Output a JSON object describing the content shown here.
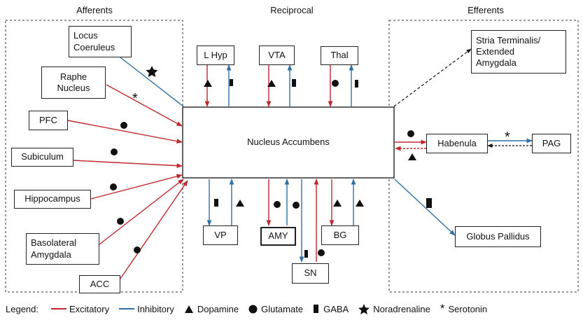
{
  "colors": {
    "excitatory": "#c0282e",
    "inhibitory": "#2f6fa6",
    "border": "#222222",
    "dashed": "#333333"
  },
  "sections": {
    "afferents": "Afferents",
    "reciprocal": "Reciprocal",
    "efferents": "Efferents"
  },
  "nodes": {
    "nac": "Nucleus Accumbens",
    "locus": "Locus\nCoeruleus",
    "raphe": "Raphe\nNucleus",
    "pfc": "PFC",
    "subiculum": "Subiculum",
    "hippocampus": "Hippocampus",
    "bla": "Basolateral\nAmygdala",
    "acc": "ACC",
    "lhyp": "L Hyp",
    "vta": "VTA",
    "thal": "Thal",
    "vp": "VP",
    "amy": "AMY",
    "bg": "BG",
    "sn": "SN",
    "stria": "Stria Terminalis/\nExtended\nAmygdala",
    "habenula": "Habenula",
    "pag": "PAG",
    "gp": "Globus Pallidus"
  },
  "legend": {
    "title": "Legend:",
    "excitatory": "Excitatory",
    "inhibitory": "Inhibitory",
    "dopamine": "Dopamine",
    "glutamate": "Glutamate",
    "gaba": "GABA",
    "noradrenaline": "Noradrenaline",
    "serotonin": "Serotonin"
  },
  "symbol_labels": {
    "serotonin": "*"
  },
  "connections": [
    {
      "from": "locus",
      "to": "nac",
      "type": "inhibitory",
      "transmitter": "noradrenaline"
    },
    {
      "from": "raphe",
      "to": "nac",
      "type": "excitatory",
      "transmitter": "serotonin"
    },
    {
      "from": "pfc",
      "to": "nac",
      "type": "excitatory",
      "transmitter": "glutamate"
    },
    {
      "from": "subiculum",
      "to": "nac",
      "type": "excitatory",
      "transmitter": "glutamate"
    },
    {
      "from": "hippocampus",
      "to": "nac",
      "type": "excitatory",
      "transmitter": "glutamate"
    },
    {
      "from": "bla",
      "to": "nac",
      "type": "excitatory",
      "transmitter": "glutamate"
    },
    {
      "from": "acc",
      "to": "nac",
      "type": "excitatory",
      "transmitter": "glutamate"
    },
    {
      "from": "lhyp",
      "to": "nac",
      "type": "excitatory",
      "transmitter": "dopamine"
    },
    {
      "from": "nac",
      "to": "lhyp",
      "type": "inhibitory",
      "transmitter": "gaba"
    },
    {
      "from": "vta",
      "to": "nac",
      "type": "excitatory",
      "transmitter": "dopamine"
    },
    {
      "from": "nac",
      "to": "vta",
      "type": "inhibitory",
      "transmitter": "gaba"
    },
    {
      "from": "thal",
      "to": "nac",
      "type": "excitatory",
      "transmitter": "glutamate"
    },
    {
      "from": "nac",
      "to": "thal",
      "type": "inhibitory",
      "transmitter": "gaba"
    },
    {
      "from": "nac",
      "to": "vp",
      "type": "inhibitory",
      "transmitter": "gaba"
    },
    {
      "from": "vp",
      "to": "nac",
      "type": "inhibitory",
      "transmitter": "dopamine"
    },
    {
      "from": "nac",
      "to": "amy",
      "type": "excitatory",
      "transmitter": "glutamate"
    },
    {
      "from": "amy",
      "to": "nac",
      "type": "inhibitory",
      "transmitter": "glutamate"
    },
    {
      "from": "nac",
      "to": "sn",
      "type": "inhibitory",
      "transmitter": "gaba"
    },
    {
      "from": "sn",
      "to": "nac",
      "type": "excitatory",
      "transmitter": "glutamate"
    },
    {
      "from": "nac",
      "to": "bg",
      "type": "excitatory",
      "transmitter": "dopamine"
    },
    {
      "from": "bg",
      "to": "nac",
      "type": "inhibitory",
      "transmitter": "dopamine"
    },
    {
      "from": "nac",
      "to": "stria",
      "type": "dashed",
      "transmitter": ""
    },
    {
      "from": "nac",
      "to": "habenula",
      "type": "excitatory",
      "transmitter": "glutamate"
    },
    {
      "from": "habenula",
      "to": "nac",
      "type": "excitatory-dashed",
      "transmitter": "dopamine"
    },
    {
      "from": "habenula",
      "to": "pag",
      "type": "inhibitory",
      "transmitter": "serotonin"
    },
    {
      "from": "pag",
      "to": "habenula",
      "type": "dashed",
      "transmitter": ""
    },
    {
      "from": "nac",
      "to": "gp",
      "type": "inhibitory",
      "transmitter": "gaba"
    }
  ]
}
